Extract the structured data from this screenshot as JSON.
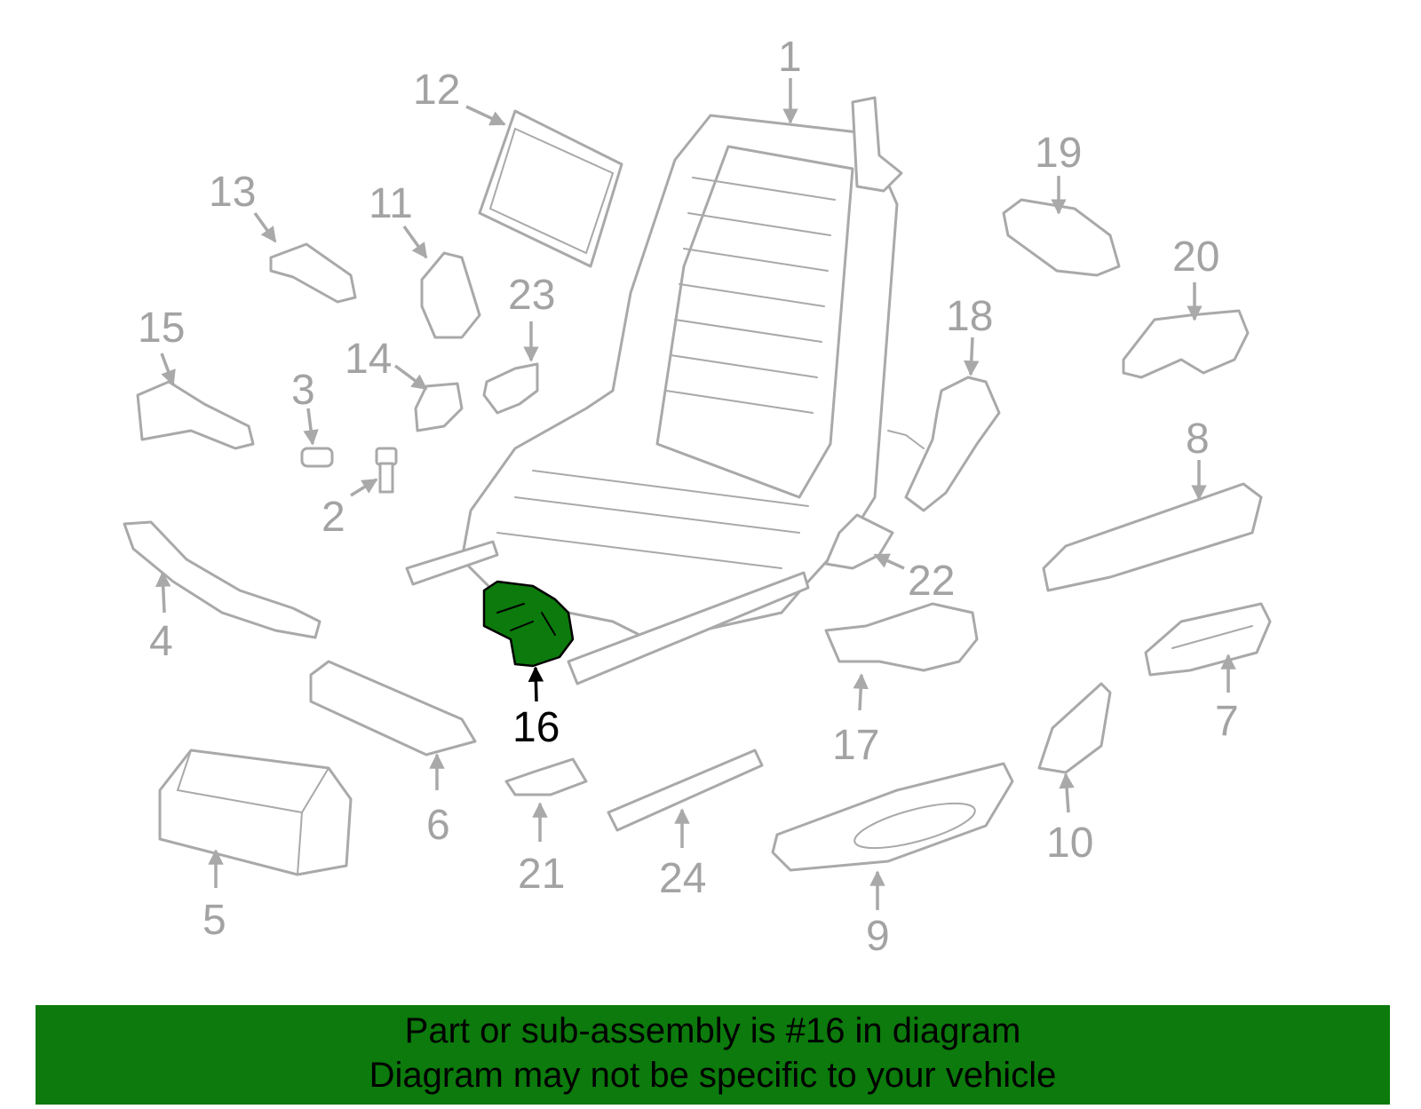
{
  "diagram": {
    "highlight_color": "#0c7a0c",
    "part_color": "#a9a9a9",
    "highlighted_part": "16",
    "callouts": {
      "c1": "1",
      "c2": "2",
      "c3": "3",
      "c4": "4",
      "c5": "5",
      "c6": "6",
      "c7": "7",
      "c8": "8",
      "c9": "9",
      "c10": "10",
      "c11": "11",
      "c12": "12",
      "c13": "13",
      "c14": "14",
      "c15": "15",
      "c16": "16",
      "c17": "17",
      "c18": "18",
      "c19": "19",
      "c20": "20",
      "c21": "21",
      "c22": "22",
      "c23": "23",
      "c24": "24"
    }
  },
  "footer": {
    "line1": "Part or sub-assembly is #16 in diagram",
    "line2": "Diagram may not be specific to your vehicle",
    "background": "#0c7a0c"
  }
}
